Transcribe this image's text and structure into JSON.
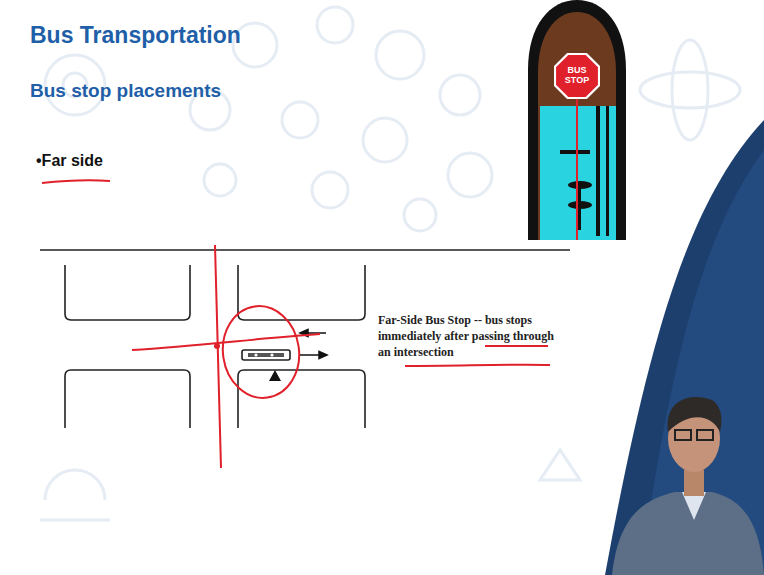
{
  "diagram": {
    "title": "Bus Transportation",
    "nodes": [
      {
        "text": [
          "BUS STOP"
        ]
      }
    ],
    "labels": [
      "Bus stop placements",
      "•Far side",
      "Far-Side Bus Stop -- bus stops immediately after passing through an intersection"
    ]
  }
}
